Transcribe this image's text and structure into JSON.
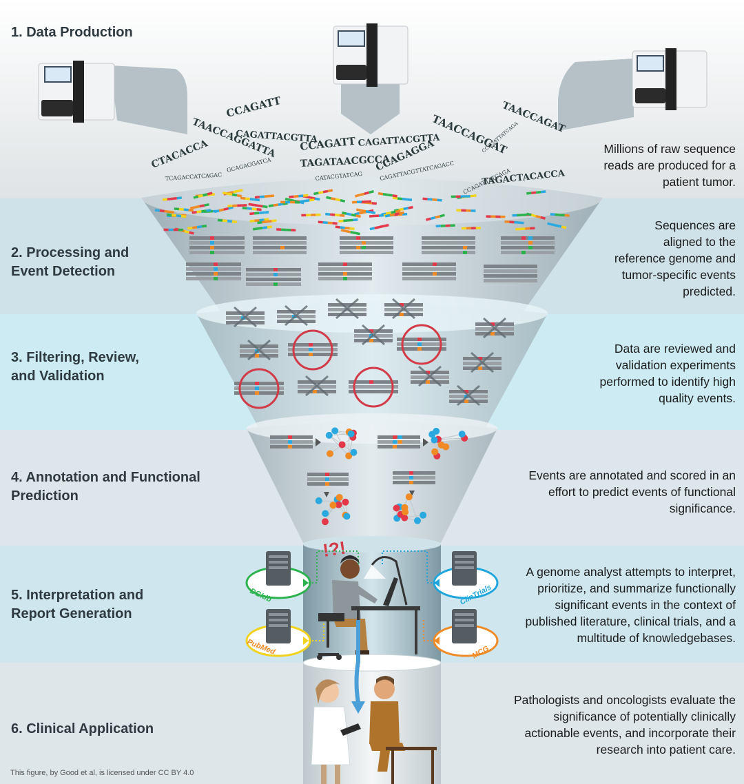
{
  "stages": [
    {
      "title": "1. Data Production",
      "description": "Millions of raw sequence\nreads are produced for a\npatient tumor."
    },
    {
      "title": "2. Processing and\nEvent Detection",
      "description": "Sequences are\naligned to the\nreference genome and\ntumor-specific events\npredicted."
    },
    {
      "title": "3. Filtering, Review,\nand Validation",
      "description": "Data are reviewed and\nvalidation experiments\nperformed to identify high\nquality events."
    },
    {
      "title": "4. Annotation and Functional\nPrediction",
      "description": "Events are annotated and scored in an\neffort to predict events of functional\nsignificance."
    },
    {
      "title": "5. Interpretation and\nReport Generation",
      "description": "A genome analyst attempts to interpret,\nprioritize, and summarize functionally\nsignificant events in the context of\npublished literature, clinical trials, and a\nmultitude of knowledgebases."
    },
    {
      "title": "6. Clinical Application",
      "description": "Pathologists and oncologists evaluate the\nsignificance of potentially clinically\nactionable events, and incorporate their\nresearch into patient care."
    }
  ],
  "sequences": {
    "large": [
      "CCAGATT",
      "TAACCAGGATTA",
      "CAGATTACGTTA",
      "CTACACCA",
      "CCAGATT",
      "CAGATTACGTTA",
      "TAGATAACGCCA",
      "TAACCAGGAT",
      "TAACCAGAT",
      "CCAGAGGA",
      "TAGACTACACCA"
    ],
    "small": [
      "TCAGACCATCAGAC",
      "GCAGAGGATCA",
      "CAGATTACGTTATCAGACC",
      "CATACGTATCAG",
      "CCAGATTATCAGA",
      "CCAGATTATCAGA"
    ]
  },
  "knowledgebases": [
    "DGIdb",
    "ClinTrials",
    "PubMed",
    "MCG"
  ],
  "exclamation": "!?!",
  "credit": "This figure, by Good et al, is licensed under CC BY 4.0",
  "colors": {
    "band_blue": "#cde6ee",
    "band_gray": "#e6eaec",
    "funnel": "#b8c6cc",
    "circle_red": "#d33a48",
    "node_red": "#e2384a",
    "node_blue": "#2aa8e0",
    "node_orange": "#f08a24",
    "dgidb_green": "#2bb24c",
    "clintrials_blue": "#1ea6dc",
    "pubmed_yellow": "#f2d21b",
    "mcg_orange": "#f08a24"
  }
}
